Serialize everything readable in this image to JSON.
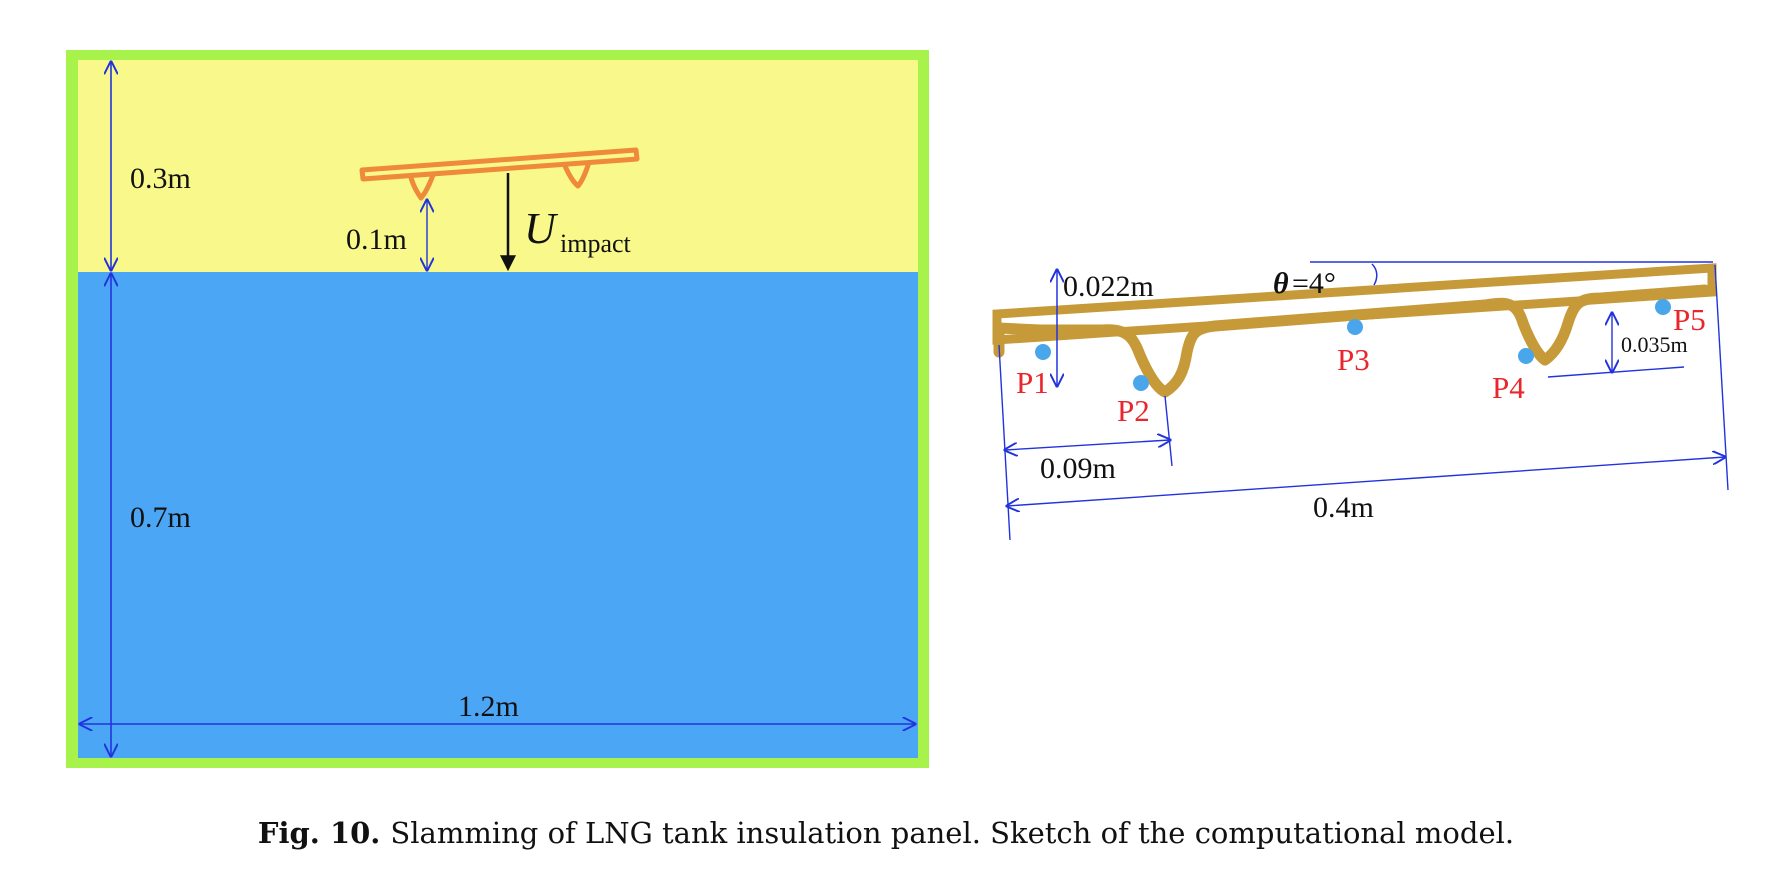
{
  "figure": {
    "label": "Fig. 10.",
    "caption": "Slamming of LNG tank insulation panel. Sketch of the computational model."
  },
  "domain_sketch": {
    "air_height": "0.3m",
    "water_height": "0.7m",
    "drop_height": "0.1m",
    "width": "1.2m",
    "velocity_symbol": "U",
    "velocity_subscript": "impact",
    "colors": {
      "air": "#f8f98a",
      "water": "#4ca6f6",
      "border": "#a8f34b",
      "panel": "#ef8a3a",
      "dimension": "#2233dd"
    }
  },
  "panel_sketch": {
    "thickness": "0.022m",
    "angle_symbol": "θ",
    "angle_value": "=4°",
    "corrugation_depth": "0.035m",
    "corrugation_offset": "0.09m",
    "panel_length": "0.4m",
    "probes": [
      "P1",
      "P2",
      "P3",
      "P4",
      "P5"
    ],
    "colors": {
      "panel": "#c69a38",
      "probe": "#4aa6ea",
      "probe_label": "#e8262b"
    }
  }
}
